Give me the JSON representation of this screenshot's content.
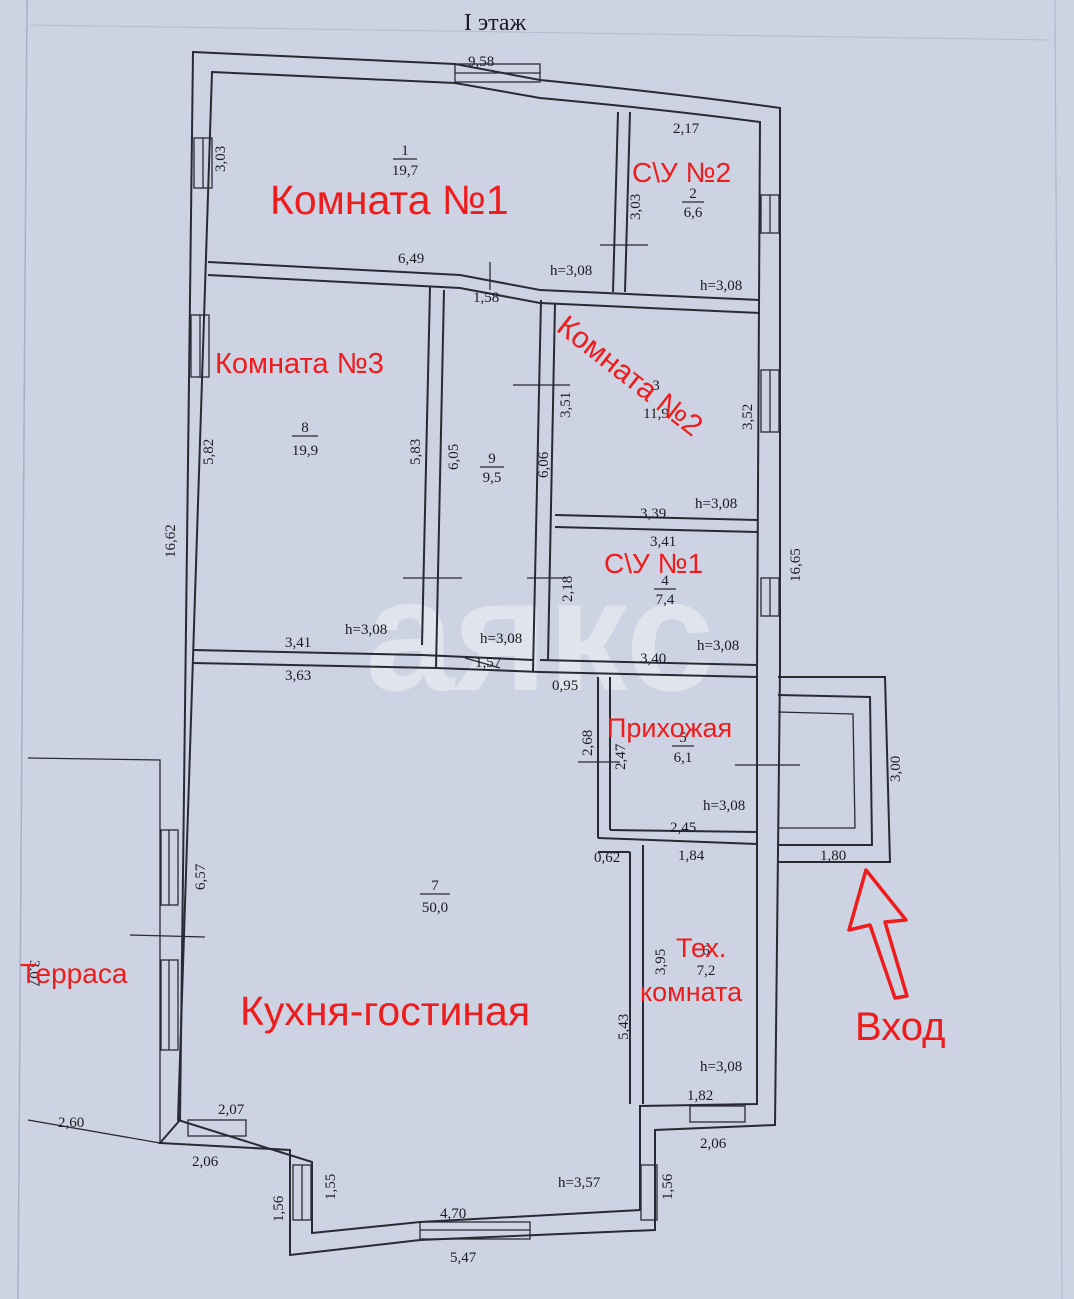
{
  "floor_title": "I этаж",
  "watermark": "аякс",
  "colors": {
    "paper": "#cdd3e2",
    "line": "#2a2a34",
    "label": "#ee1c1c"
  },
  "rooms": {
    "r1": {
      "label": "Комната №1",
      "number": "1",
      "area": "19,7"
    },
    "r2": {
      "label": "С\\У №2",
      "number": "2",
      "area": "6,6"
    },
    "r3": {
      "label": "Комната №2",
      "number": "3",
      "area": "11,9"
    },
    "r4": {
      "label": "С\\У №1",
      "number": "4",
      "area": "7,4"
    },
    "r5": {
      "label": "Прихожая",
      "number": "5",
      "area": "6,1"
    },
    "r6": {
      "label_line1": "Тех.",
      "label_line2": "комната",
      "number": "6",
      "area": "7,2"
    },
    "r7": {
      "label": "Кухня-гостиная",
      "number": "7",
      "area": "50,0"
    },
    "r8": {
      "label": "Комната №3",
      "number": "8",
      "area": "19,9"
    },
    "r9": {
      "number": "9",
      "area": "9,5"
    },
    "terrace": {
      "label": "Терраса"
    }
  },
  "entrance": {
    "label": "Вход"
  },
  "dims": {
    "d1": "9,58",
    "d2": "3,03",
    "d3": "2,17",
    "d4": "3,03",
    "d5": "6,49",
    "d6": "h=3,08",
    "d7": "h=3,08",
    "d8": "1,58",
    "d9": "3,51",
    "d10": "3,52",
    "d11": "5,82",
    "d12": "5,83",
    "d13": "6,05",
    "d14": "6,06",
    "d15": "3,39",
    "d16": "h=3,08",
    "d17": "16,62",
    "d18": "3,41",
    "d19": "2,18",
    "d20": "16,65",
    "d21": "3,41",
    "d22": "h=3,08",
    "d23": "h=3,08",
    "d24": "h=3,08",
    "d25": "3,40",
    "d26": "3,63",
    "d27": "1,57",
    "d28": "0,95",
    "d29": "2,68",
    "d30": "2,47",
    "d31": "3,00",
    "d32": "h=3,08",
    "d33": "2,45",
    "d34": "0,62",
    "d35": "1,84",
    "d36": "1,80",
    "d37": "6,57",
    "d38": "3,07",
    "d39": "3,95",
    "d40": "5,43",
    "d41": "h=3,08",
    "d42": "1,82",
    "d43": "2,60",
    "d44": "2,07",
    "d45": "2,06",
    "d46": "2,06",
    "d47": "1,55",
    "d48": "1,56",
    "d49": "h=3,57",
    "d50": "1,56",
    "d51": "4,70",
    "d52": "5,47"
  }
}
